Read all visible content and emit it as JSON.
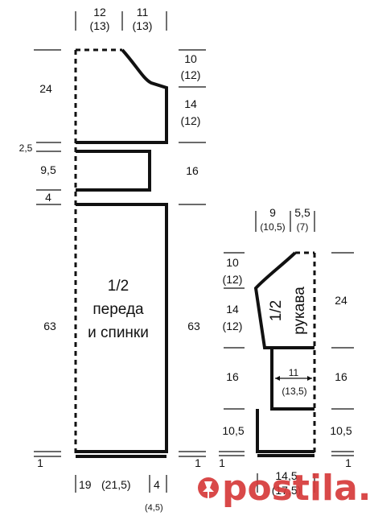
{
  "body": {
    "title_line1": "1/2",
    "title_line2": "переда",
    "title_line3": "и спинки",
    "top": {
      "left": "12",
      "left_alt": "(13)",
      "right": "11",
      "right_alt": "(13)"
    },
    "left_col": {
      "a": "24",
      "b": "2,5",
      "c": "9,5",
      "d": "4",
      "e": "63",
      "f": "1"
    },
    "right_col": {
      "a": "10",
      "a_alt": "(12)",
      "b": "14",
      "b_alt": "(12)",
      "c": "16",
      "d": "63",
      "e": "1"
    },
    "bottom": {
      "main": "19",
      "main_alt": "(21,5)",
      "side": "4",
      "side_alt": "(4,5)"
    }
  },
  "sleeve": {
    "title_line1": "1/2",
    "title_line2": "рукава",
    "top": {
      "left": "9",
      "left_alt": "(10,5)",
      "right": "5,5",
      "right_alt": "(7)"
    },
    "left_col": {
      "a": "10",
      "a_alt": "(12)",
      "b": "14",
      "b_alt": "(12)",
      "c": "16",
      "d": "10,5",
      "e": "1"
    },
    "right_col": {
      "a": "24",
      "b": "16",
      "c": "10,5",
      "d": "1"
    },
    "width": {
      "value": "11",
      "value_alt": "(13,5)"
    },
    "bottom": {
      "main": "14,5",
      "main_alt": "(17,5)"
    }
  },
  "watermark": {
    "text": "postila.ru"
  },
  "colors": {
    "ink": "#111111",
    "watermark": "#d63a3a"
  }
}
